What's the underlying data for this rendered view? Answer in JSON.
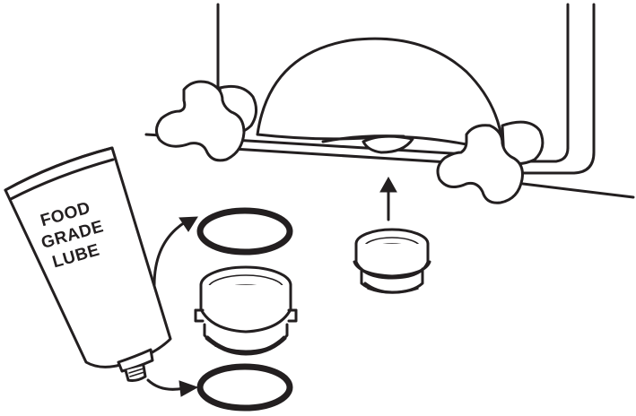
{
  "tube": {
    "label_line1": "FOOD",
    "label_line2": "GRADE",
    "label_line3": "LUBE"
  },
  "colors": {
    "ink": "#231f20",
    "paper": "#ffffff"
  },
  "icons": [
    "lube-tube-icon",
    "o-ring-icon",
    "valve-seat-icon",
    "thumb-knob-icon",
    "arrow-icon"
  ]
}
